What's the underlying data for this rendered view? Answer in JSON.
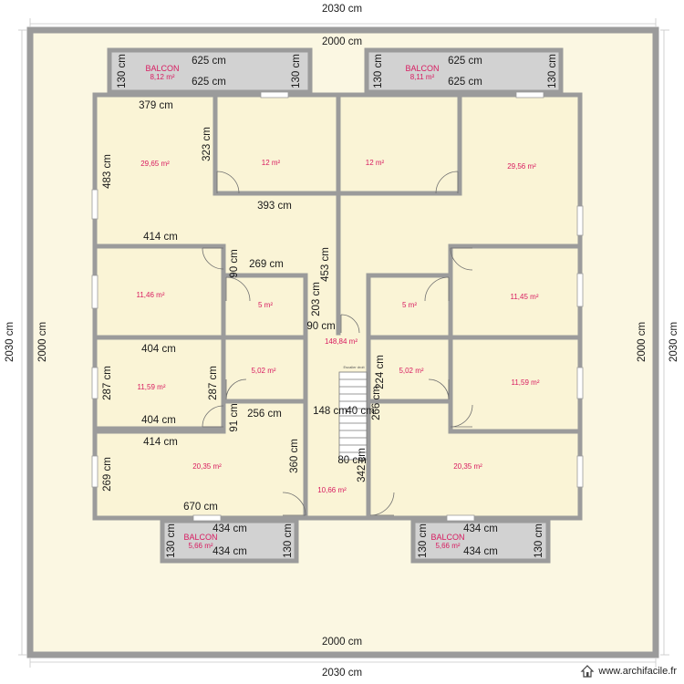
{
  "dimensions": {
    "outer_top": "2030 cm",
    "outer_bottom": "2030 cm",
    "outer_left": "2030 cm",
    "outer_right": "2030 cm",
    "inner_top": "2000 cm",
    "inner_bottom": "2000 cm",
    "inner_left": "2000 cm",
    "inner_right": "2000 cm",
    "balcony_top_width": "625 cm",
    "balcony_top_depth": "130 cm",
    "balcony_bottom_width": "434 cm",
    "balcony_bottom_depth": "130 cm",
    "room_379": "379 cm",
    "room_323": "323 cm",
    "room_483": "483 cm",
    "room_393": "393 cm",
    "room_414": "414 cm",
    "room_90": "90 cm",
    "room_269": "269 cm",
    "room_453": "453 cm",
    "room_203": "203 cm",
    "room_404": "404 cm",
    "room_287": "287 cm",
    "room_256": "256 cm",
    "room_91": "91 cm",
    "room_148": "148 cm",
    "room_40": "40 cm",
    "room_224": "224 cm",
    "room_266": "266 cm",
    "room_360": "360 cm",
    "room_80": "80 cm",
    "room_342": "342 cm",
    "room_670": "670 cm"
  },
  "balconies": {
    "label": "BALCON",
    "top_left_area": "8,12 m²",
    "top_right_area": "8,11 m²",
    "bottom_left_area": "5,66 m²",
    "bottom_right_area": "5,66 m²"
  },
  "rooms": {
    "top_left": "29,65 m²",
    "top_mid_left": "12 m²",
    "top_mid_right": "12 m²",
    "top_right": "29,56 m²",
    "mid_left": "11,46 m²",
    "mid_left_small": "5 m²",
    "mid_right_small": "5 m²",
    "mid_right": "11,45 m²",
    "lower_left": "11,59 m²",
    "lower_left_small": "5,02 m²",
    "lower_right_small": "5,02 m²",
    "lower_right": "11,59 m²",
    "bottom_left": "20,35 m²",
    "bottom_right": "20,35 m²",
    "stair_hall": "10,66 m²",
    "central": "148,84 m²"
  },
  "stair_label": "Escalier droit",
  "watermark": {
    "text": "www.archifacile.fr"
  },
  "colors": {
    "floor": "#fbf7e2",
    "wall": "#9b9b9b",
    "balcony_fill": "#d2d2d2",
    "area_text": "#d81b60"
  }
}
